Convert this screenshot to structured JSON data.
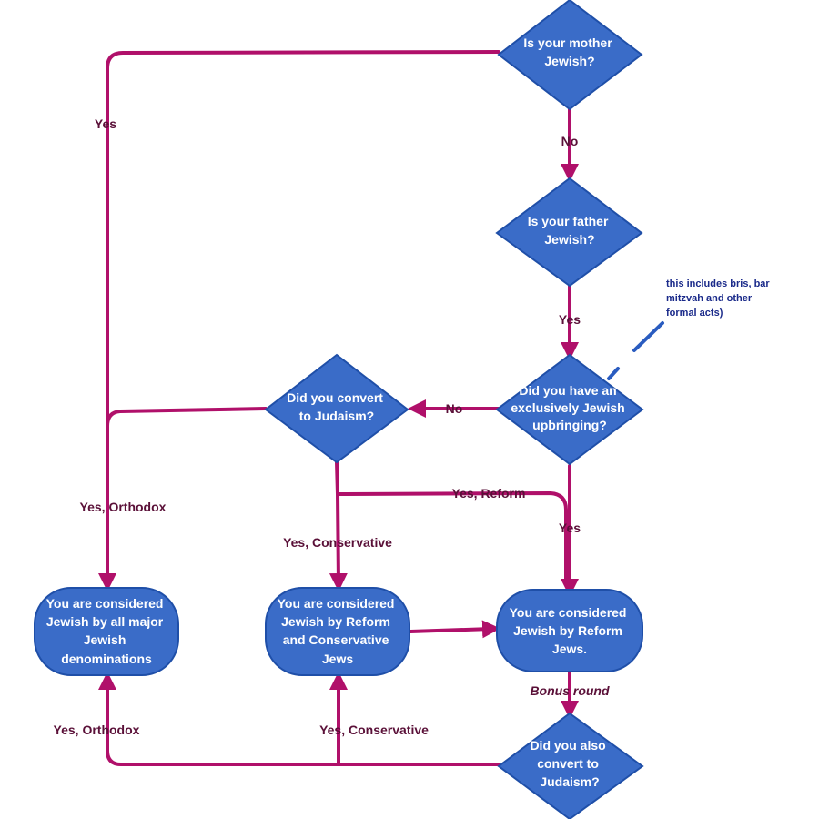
{
  "colors": {
    "node_fill": "#3a6cc8",
    "node_stroke": "#1f4fa8",
    "edge": "#b0106a",
    "label_text": "#5a1038",
    "note_text": "#1a2a8a"
  },
  "nodes": {
    "mother": [
      "Is your mother",
      "Jewish?"
    ],
    "father": [
      "Is your father",
      "Jewish?"
    ],
    "upbringing": [
      "Did you have an",
      "exclusively Jewish",
      "upbringing?"
    ],
    "convert": [
      "Did you convert",
      "to Judaism?"
    ],
    "all_major": [
      "You are considered",
      "Jewish by all major",
      "Jewish",
      "denominations"
    ],
    "reform_conservative": [
      "You are considered",
      "Jewish by Reform",
      "and Conservative",
      "Jews"
    ],
    "reform": [
      "You are considered",
      "Jewish by Reform",
      "Jews."
    ],
    "also_convert": [
      "Did you also",
      "convert to",
      "Judaism?"
    ]
  },
  "edge_labels": {
    "mother_yes": "Yes",
    "mother_no": "No",
    "father_yes": "Yes",
    "upbringing_no": "No",
    "upbringing_yes": "Yes",
    "convert_orthodox": "Yes, Orthodox",
    "convert_conservative": "Yes, Conservative",
    "convert_reform": "Yes, Reform",
    "bonus": "Bonus round",
    "bonus_orthodox": "Yes, Orthodox",
    "bonus_conservative": "Yes, Conservative"
  },
  "note": [
    "this includes bris, bar",
    "mitzvah and other",
    "formal acts)"
  ]
}
